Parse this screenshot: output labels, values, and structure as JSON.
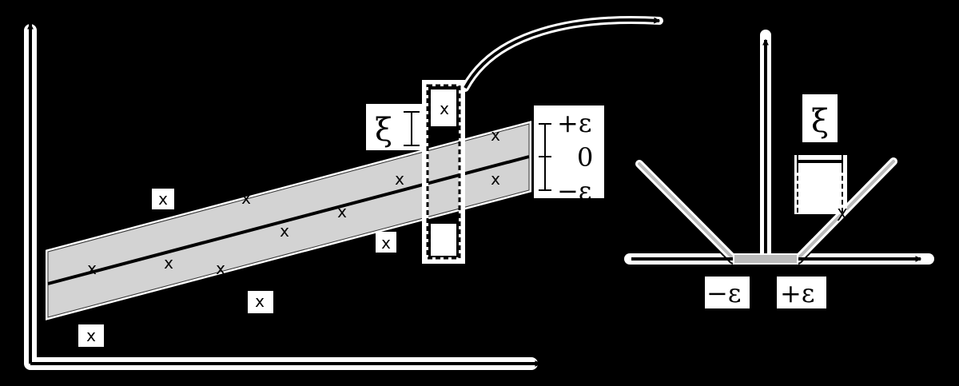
{
  "colors": {
    "background": "#000000",
    "panel": "#ffffff",
    "tube": "#d3d3d3",
    "ink": "#000000",
    "zero_loss": "#bcbcbc"
  },
  "left_plot": {
    "labels": {
      "xi": "ξ",
      "plus_eps": "+ε",
      "zero": "0",
      "minus_eps": "−ε"
    },
    "point_marker": "x"
  },
  "right_plot": {
    "labels": {
      "xi": "ξ",
      "minus_eps": "−ε",
      "plus_eps": "+ε",
      "point": "X"
    }
  }
}
